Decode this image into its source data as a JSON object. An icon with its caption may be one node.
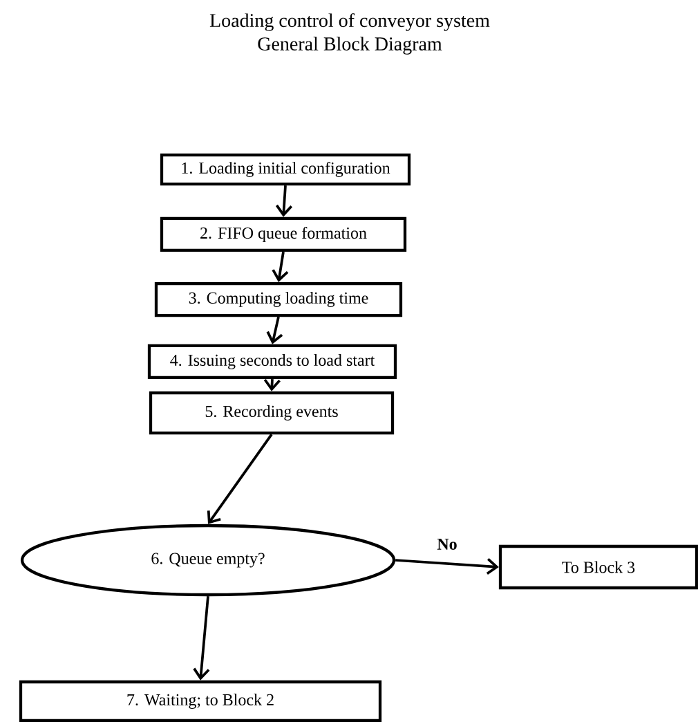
{
  "diagram": {
    "title": "Loading control of conveyor system",
    "nodes": [
      {
        "text": [
          "1. Loading initial configuration"
        ]
      },
      {
        "text": [
          "2. FIFO queue formation"
        ]
      },
      {
        "text": [
          "3. Computing loading time"
        ]
      },
      {
        "text": [
          "4. Issuing seconds to load start"
        ]
      },
      {
        "text": [
          "5. Recording events"
        ]
      },
      {
        "text": [
          "6. Queue empty?"
        ]
      },
      {
        "text": [
          "To Block 3"
        ]
      },
      {
        "text": [
          "7. Waiting; to Block 2"
        ]
      }
    ],
    "edges": [
      {
        "from": 0,
        "to": 1,
        "arrow": "to"
      },
      {
        "from": 1,
        "to": 2,
        "arrow": "to"
      },
      {
        "from": 2,
        "to": 3,
        "arrow": "to"
      },
      {
        "from": 3,
        "to": 4,
        "arrow": "to"
      },
      {
        "from": 4,
        "to": 5,
        "arrow": "to"
      },
      {
        "from": 5,
        "to": 6,
        "arrow": "to",
        "label": "No"
      },
      {
        "from": 5,
        "to": 7,
        "arrow": "to"
      }
    ],
    "labels": [
      "General Block Diagram"
    ]
  }
}
